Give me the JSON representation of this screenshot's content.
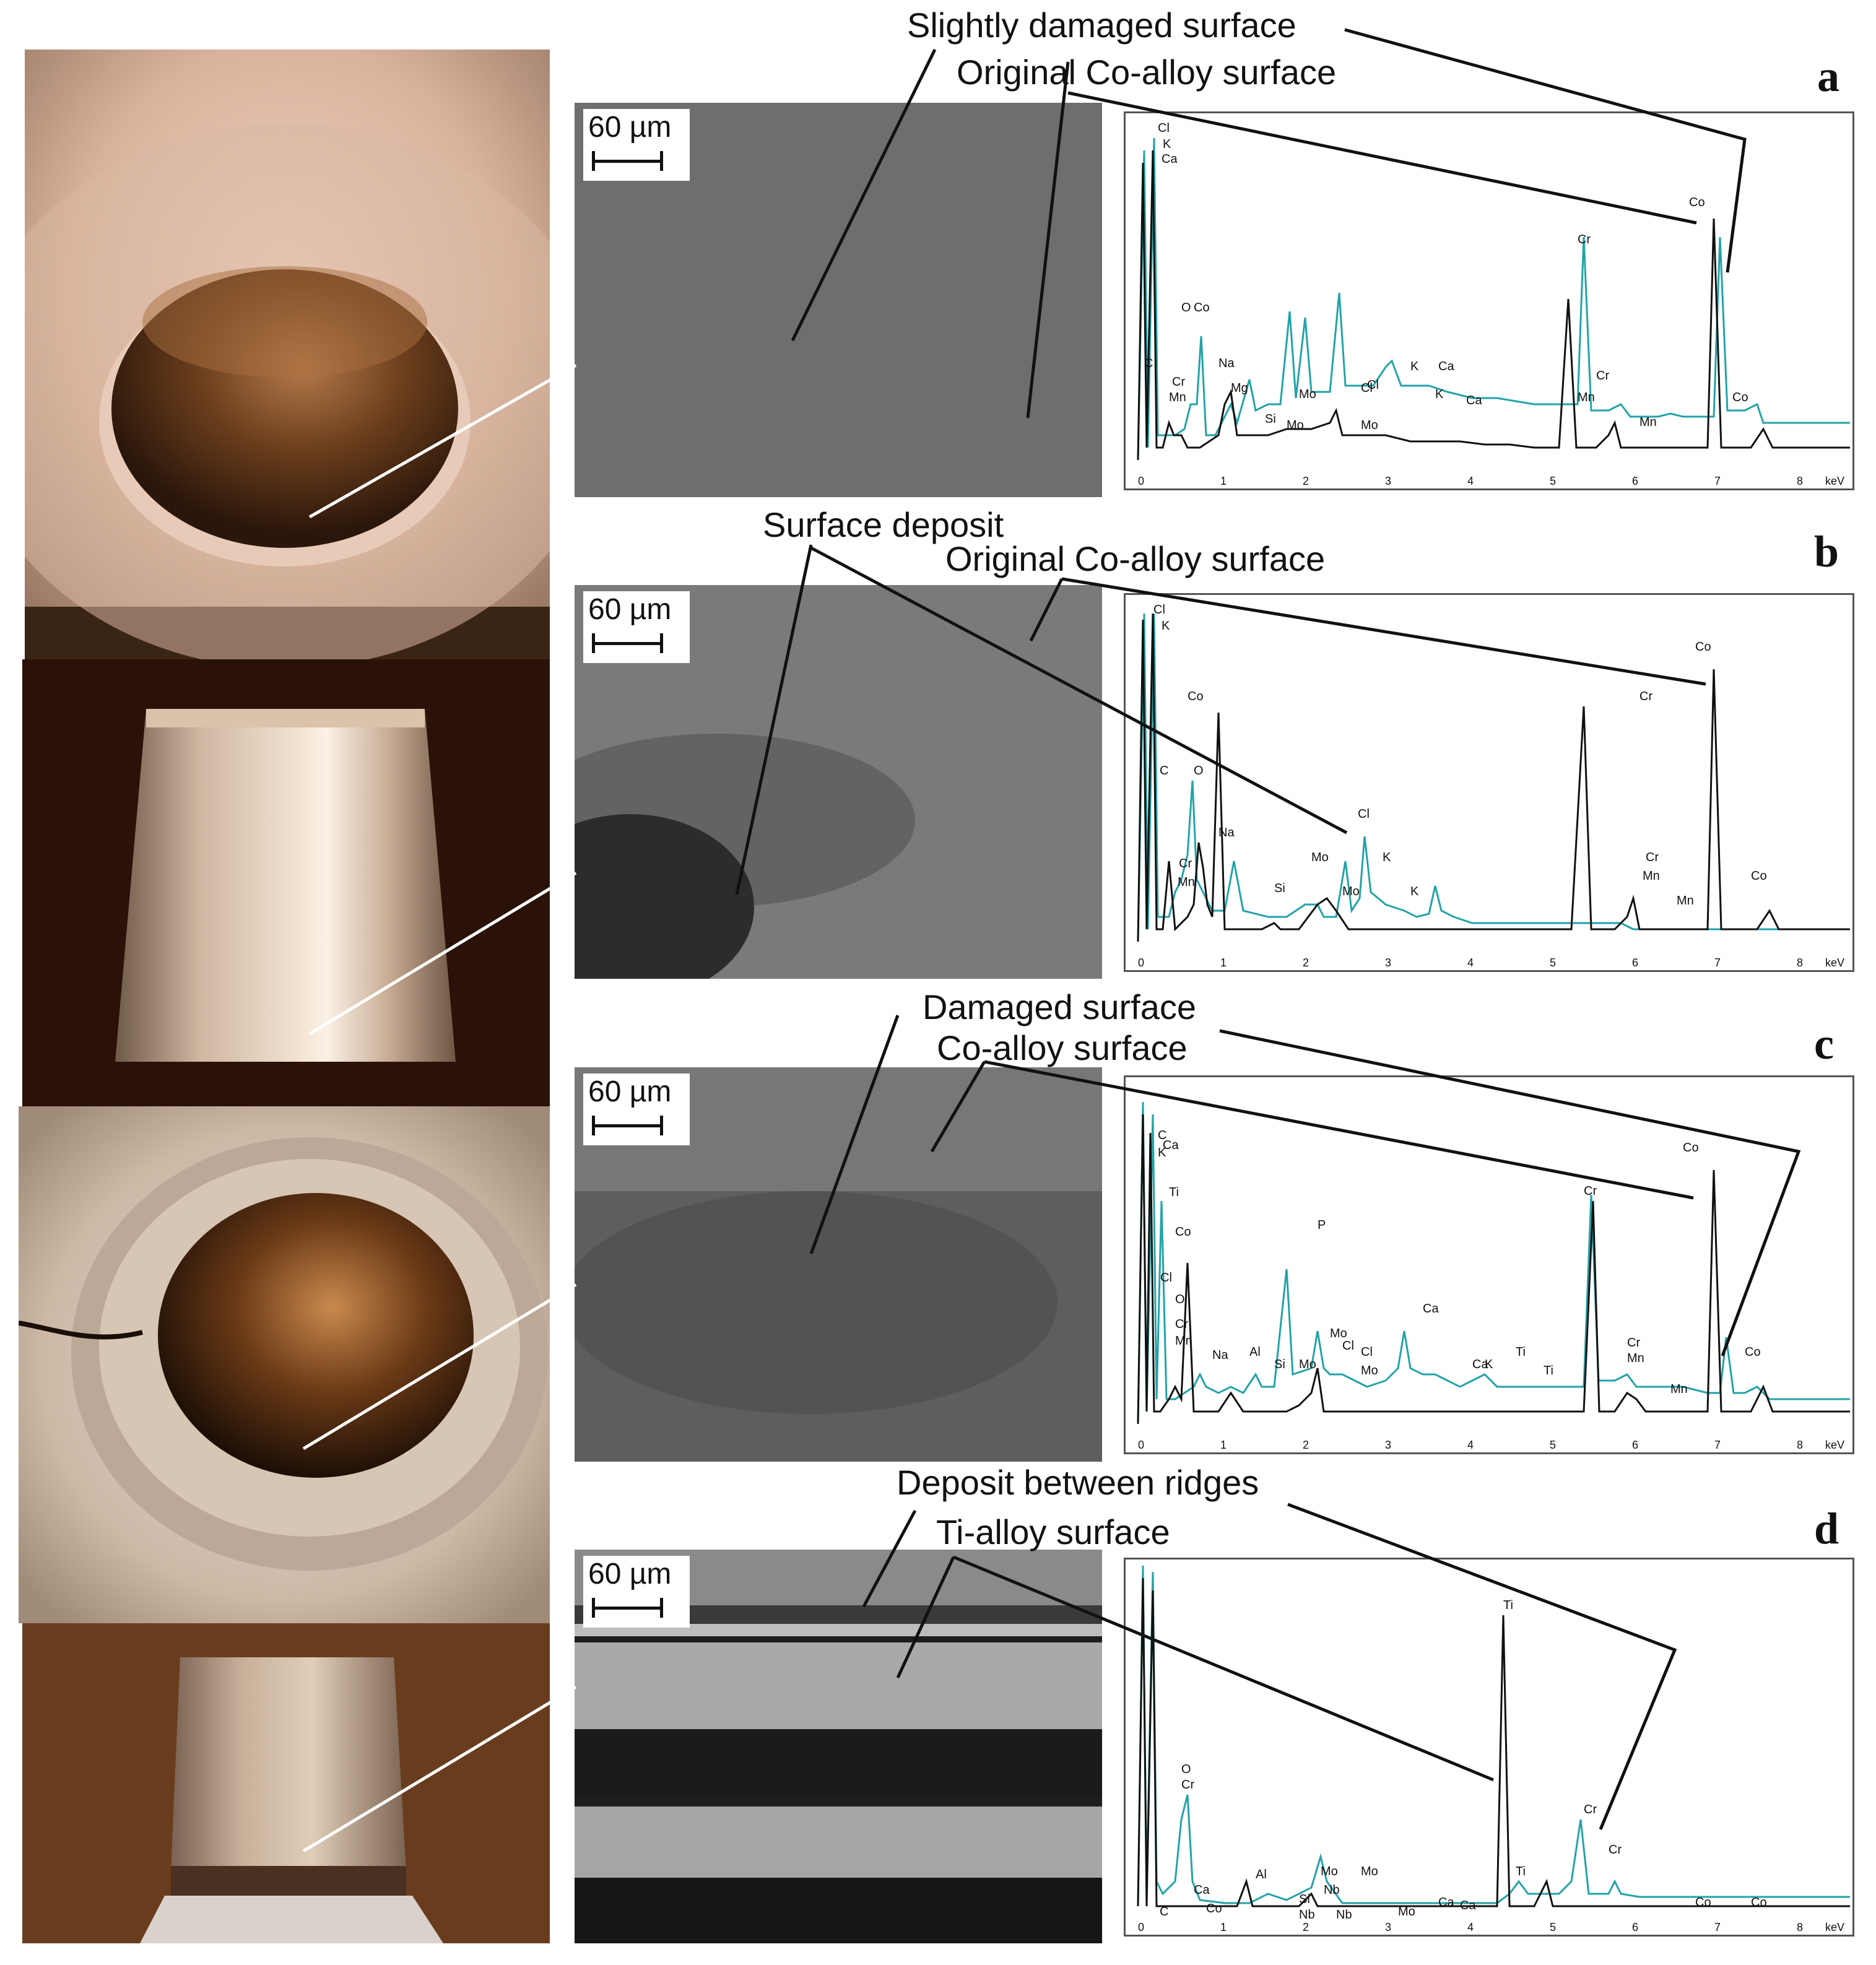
{
  "panels": [
    {
      "letter": "a",
      "scale_label": "60 µm",
      "callouts": [
        "Slightly damaged surface",
        "Original Co-alloy surface"
      ],
      "unit": "keV",
      "ticks": [
        "0",
        "1",
        "2",
        "3",
        "4",
        "5",
        "6",
        "7",
        "8"
      ],
      "peaks": [
        "Cl",
        "K",
        "Ca",
        "O",
        "Co",
        "C",
        "Cr",
        "Mn",
        "Na",
        "Mg",
        "Si",
        "Mo",
        "Mo",
        "Mo",
        "Cl",
        "Cl",
        "K",
        "Ca",
        "K",
        "Ca",
        "Cr",
        "Cr",
        "Mn",
        "Mn",
        "Co",
        "Co"
      ]
    },
    {
      "letter": "b",
      "scale_label": "60 µm",
      "callouts": [
        "Surface deposit",
        "Original Co-alloy surface"
      ],
      "unit": "keV",
      "ticks": [
        "0",
        "1",
        "2",
        "3",
        "4",
        "5",
        "6",
        "7",
        "8"
      ],
      "peaks": [
        "Cl",
        "K",
        "Co",
        "O",
        "C",
        "Cr",
        "Mn",
        "Na",
        "Si",
        "Mo",
        "Cl",
        "Mo",
        "K",
        "K",
        "Cr",
        "Cr",
        "Mn",
        "Mn",
        "Co",
        "Co"
      ]
    },
    {
      "letter": "c",
      "scale_label": "60 µm",
      "callouts": [
        "Damaged  surface",
        "Co-alloy surface"
      ],
      "unit": "keV",
      "ticks": [
        "0",
        "1",
        "2",
        "3",
        "4",
        "5",
        "6",
        "7",
        "8"
      ],
      "peaks": [
        "C",
        "K",
        "Ca",
        "Ti",
        "Co",
        "Cl",
        "O",
        "Cr",
        "Mn",
        "Na",
        "Al",
        "Si",
        "Mo",
        "P",
        "Mo",
        "Cl",
        "Cl",
        "Mo",
        "Ca",
        "Ca",
        "K",
        "Ti",
        "Ti",
        "Cr",
        "Cr",
        "Mn",
        "Mn",
        "Co",
        "Co"
      ]
    },
    {
      "letter": "d",
      "scale_label": "60 µm",
      "callouts": [
        "Deposit between ridges",
        "Ti-alloy surface"
      ],
      "unit": "keV",
      "ticks": [
        "0",
        "1",
        "2",
        "3",
        "4",
        "5",
        "6",
        "7",
        "8"
      ],
      "peaks": [
        "O",
        "Cr",
        "Ca",
        "C",
        "Co",
        "Al",
        "Si",
        "Nb",
        "Mo",
        "Nb",
        "Nb",
        "Mo",
        "Mo",
        "Ca",
        "Ca",
        "Ti",
        "Ti",
        "Cr",
        "Cr",
        "Co",
        "Co"
      ]
    }
  ]
}
